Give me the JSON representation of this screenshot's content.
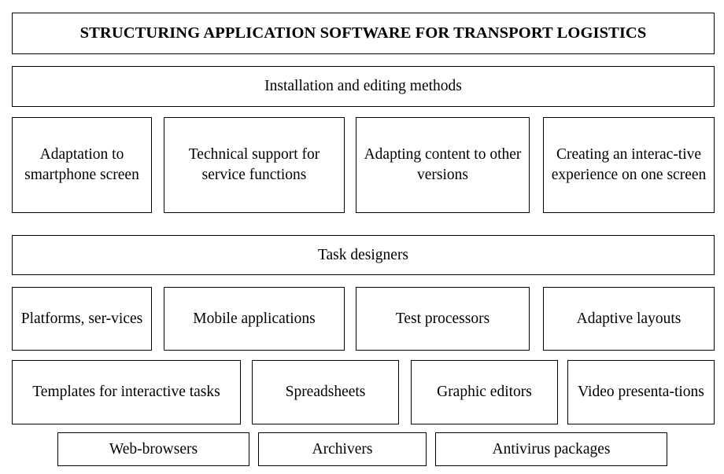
{
  "diagram": {
    "title": "STRUCTURING APPLICATION SOFTWARE FOR TRANSPORT LOGISTICS",
    "rows": [
      {
        "name": "title-row",
        "boxes": [
          {
            "label": "STRUCTURING APPLICATION SOFTWARE FOR TRANSPORT LOGISTICS"
          }
        ]
      },
      {
        "name": "installation-row",
        "boxes": [
          {
            "label": "Installation and editing methods"
          }
        ]
      },
      {
        "name": "installation-items-row",
        "boxes": [
          {
            "label": "Adaptation to smartphone screen"
          },
          {
            "label": "Technical support for service functions"
          },
          {
            "label": "Adapting content to other versions"
          },
          {
            "label": "Creating an interac-tive experience on one screen"
          }
        ]
      },
      {
        "name": "task-designers-row",
        "boxes": [
          {
            "label": "Task designers"
          }
        ]
      },
      {
        "name": "designers-items-row-1",
        "boxes": [
          {
            "label": "Platforms, ser-vices"
          },
          {
            "label": "Mobile applications"
          },
          {
            "label": "Test processors"
          },
          {
            "label": "Adaptive layouts"
          }
        ]
      },
      {
        "name": "designers-items-row-2",
        "boxes": [
          {
            "label": "Templates for interactive tasks"
          },
          {
            "label": "Spreadsheets"
          },
          {
            "label": "Graphic editors"
          },
          {
            "label": "Video presenta-tions"
          }
        ]
      },
      {
        "name": "designers-items-row-3",
        "boxes": [
          {
            "label": "Web-browsers"
          },
          {
            "label": "Archivers"
          },
          {
            "label": "Antivirus packages"
          }
        ]
      }
    ]
  },
  "boxes": {
    "title": "STRUCTURING APPLICATION SOFTWARE FOR TRANSPORT LOGISTICS",
    "installation_methods": "Installation and editing methods",
    "adaptation_smartphone": "Adaptation to smartphone screen",
    "technical_support": "Technical support for service functions",
    "adapting_content": "Adapting content to other versions",
    "creating_interactive": "Creating an interac-tive experience on one screen",
    "task_designers": "Task designers",
    "platforms_services": "Platforms, ser-vices",
    "mobile_applications": "Mobile applications",
    "test_processors": "Test processors",
    "adaptive_layouts": "Adaptive layouts",
    "templates_interactive": "Templates for interactive tasks",
    "spreadsheets": "Spreadsheets",
    "graphic_editors": "Graphic editors",
    "video_presentations": "Video presenta-tions",
    "web_browsers": "Web-browsers",
    "archivers": "Archivers",
    "antivirus_packages": "Antivirus packages"
  },
  "colors": {
    "border": "#000000",
    "background": "#ffffff",
    "text": "#000000"
  }
}
